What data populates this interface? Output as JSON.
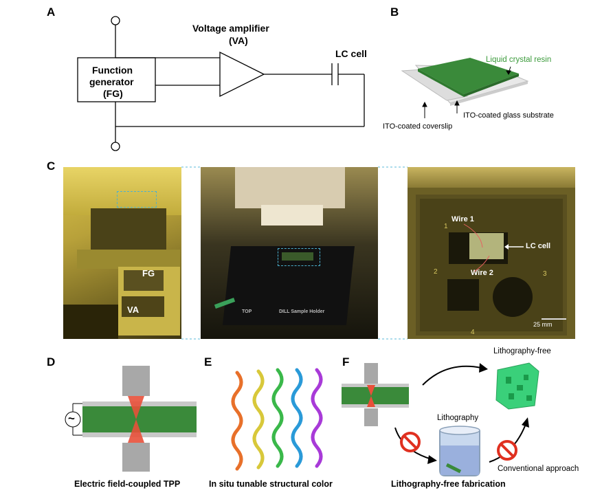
{
  "panels": {
    "a": {
      "letter": "A",
      "fg_line1": "Function",
      "fg_line2": "generator",
      "fg_line3": "(FG)",
      "va_line1": "Voltage amplifier",
      "va_line2": "(VA)",
      "lc_label": "LC cell"
    },
    "b": {
      "letter": "B",
      "resin_label": "Liquid crystal resin",
      "glass_label": "ITO-coated glass substrate",
      "coverslip_label": "ITO-coated coverslip"
    },
    "c": {
      "letter": "C",
      "fg_tag": "FG",
      "va_tag": "VA",
      "wire1": "Wire 1",
      "wire2": "Wire 2",
      "lc_cell": "LC cell",
      "scale": "25 mm",
      "holder_top": "TOP",
      "holder_name": "DILL Sample Holder",
      "n1": "1",
      "n2": "2",
      "n3": "3",
      "n4": "4"
    },
    "d": {
      "letter": "D",
      "caption": "Electric field-coupled TPP",
      "ac_symbol": "~"
    },
    "e": {
      "letter": "E",
      "caption": "In situ tunable structural color"
    },
    "f": {
      "letter": "F",
      "litho_free": "Lithography-free",
      "litho": "Lithography",
      "conventional": "Conventional approach",
      "caption": "Lithography-free fabrication"
    }
  },
  "colors": {
    "resin_green": "#3a8a3a",
    "laser_red": "#e8503a",
    "electrode_gray": "#a8a8a8",
    "photo_yellow": "#b8a13a"
  }
}
